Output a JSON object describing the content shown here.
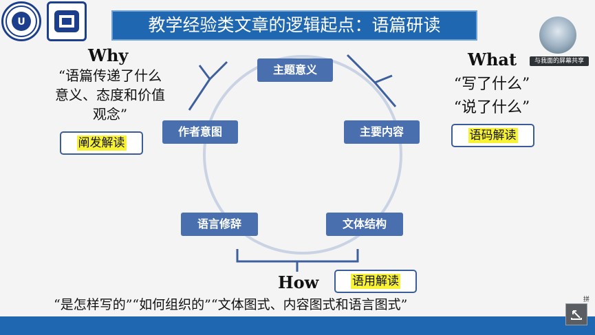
{
  "slide": {
    "title": "教学经验类文章的逻辑起点：语篇研读",
    "cycle_nodes": {
      "top": "主题意义",
      "right": "主要内容",
      "bottom_right": "文体结构",
      "bottom_left": "语言修辞",
      "left": "作者意图"
    },
    "why": {
      "heading": "Why",
      "line1": "“语篇传递了什么",
      "line2": "意义、态度和价值",
      "line3": "观念”",
      "tag": "阐发解读"
    },
    "what": {
      "heading": "What",
      "line1": "“写了什么”",
      "line2": "“说了什么”",
      "tag": "语码解读"
    },
    "how": {
      "heading": "How",
      "tag": "语用解读",
      "line": "“是怎样写的”“如何组织的”“文体图式、内容图式和语言图式”"
    },
    "colors": {
      "title_bg": "#1f67b0",
      "node_bg": "#4a6fae",
      "highlight": "#f7f334",
      "circle": "#c9d3e3"
    }
  },
  "overlay": {
    "share_label": "与我面的屏幕共享",
    "corner_text": "拼"
  },
  "icons": [
    "university-logo",
    "institute-logo",
    "avatar-icon",
    "expand-icon"
  ]
}
